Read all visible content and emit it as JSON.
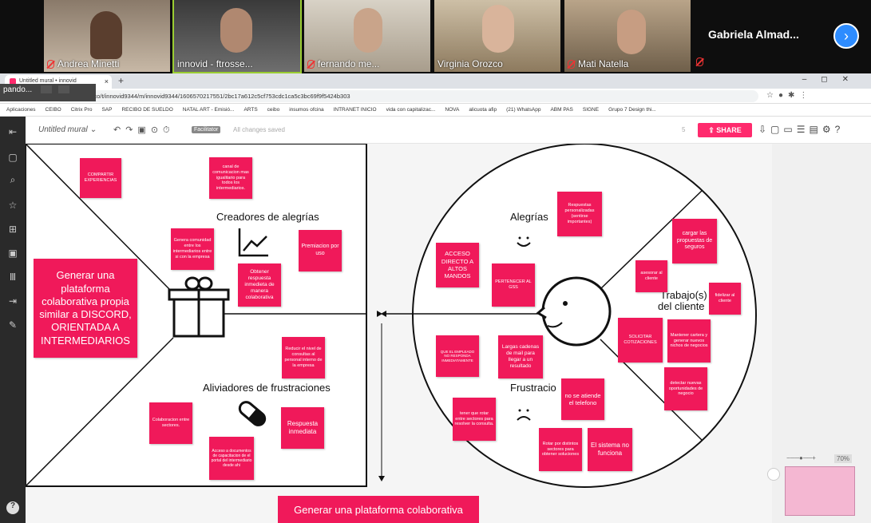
{
  "participants": [
    {
      "name": "Andrea Minetti"
    },
    {
      "name": "innovid - ftrosse..."
    },
    {
      "name": "fernando me..."
    },
    {
      "name": "Virginia Orozco"
    },
    {
      "name": "Mati Natella"
    }
  ],
  "gallery_extra_name": "Gabriela  Almad...",
  "browser": {
    "tab_title": "Untitled mural • innovid",
    "url": "app.mural.co/t/innovid9344/m/innovid9344/1606570217551/2bc17a612c5cf753cdc1ca5c3bc69f9f5424b303",
    "sharing_text": "pando...",
    "bookmarks": [
      "Aplicaciones",
      "CEIBO",
      "Citrix Pro",
      "SAP",
      "RECIBO DE SUELDO",
      "NATAL ART - Emisió...",
      "ARTS",
      "ceibo",
      "insumos ofcina",
      "INTRANET INICIO",
      "vida con capitalizac...",
      "NOVA",
      "alicuota afip",
      "(21) WhatsApp",
      "ABM PAS",
      "SIGNE",
      "Grupo 7 Design thi..."
    ]
  },
  "toolbar": {
    "title": "Untitled mural",
    "facilitator": "Facilitator",
    "saved": "All changes saved",
    "share": "SHARE",
    "zoom": "70%",
    "online": "5"
  },
  "board": {
    "creadores": "Creadores de alegrías",
    "aliviadores": "Aliviadores de frustraciones",
    "alegrias": "Alegrías",
    "frustraciones": "Frustracio",
    "trabajos_1": "Trabajo(s)",
    "trabajos_2": "del cliente",
    "main_sticky": "Generar una plataforma colaborativa propia similar a DISCORD, ORIENTADA A INTERMEDIARIOS",
    "bottom_sticky": "Generar una plataforma colaborativa"
  },
  "stickies": {
    "s1": "COMPARTIR EXPERIENCIAS",
    "s2": "canal de comunicacion mas igualitario para todos los intermediarios.",
    "s3": "Genera comunidad entre los intermediarios entre si con la empresa",
    "s4": "Premiacion por uso",
    "s5": "Obtener respuesta inmedieta de manera colaborativa",
    "s6": "Reducir el nivel de consultas al personal interno de la empresa",
    "s7": "Colaboracion entre sectores.",
    "s8": "Respuesta inmediata",
    "s9": "Acceso a documentos de capacitacion de el portal del intermediario desde ahi",
    "s10": "Respuestas personalizadas (sentirse importantes)",
    "s11": "ACCESO DIRECTO A ALTOS MANDOS",
    "s12": "PERTENECER AL GSS",
    "s13": "cargar las propuestas de seguros",
    "s14": "asesorar al cliente",
    "s15": "fidelizar al cliente",
    "s16": "Mantener cartera y generar nuevos nichos de negocios",
    "s17": "SOLICITAR COTIZACIONES",
    "s18": "detectar nuevas oportunidades de negocio",
    "s19": "QUE EL EMPLEADO NO RESPONDA INMEDIATAMENTE",
    "s20": "Largas cadenas de mail para llegar a un resultado",
    "s21": "no se atiende el telefono",
    "s22": "tener que rotar entre sectores para resolver la consulta.",
    "s23": "Rotar por distintos sectores para obtener soluciones",
    "s24": "El sistema no funciona"
  }
}
